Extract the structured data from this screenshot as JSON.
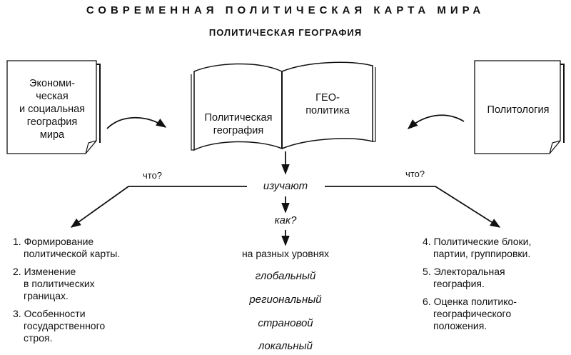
{
  "title": "СОВРЕМЕННАЯ ПОЛИТИЧЕСКАЯ КАРТА МИРА",
  "subtitle": "ПОЛИТИЧЕСКАЯ ГЕОГРАФИЯ",
  "left_box": {
    "lines": [
      "Экономи-",
      "ческая",
      "и социальная",
      "география",
      "мира"
    ]
  },
  "book": {
    "left_page": [
      "Политическая",
      "география"
    ],
    "right_page": [
      "ГЕО-",
      "политика"
    ]
  },
  "right_box": {
    "label": "Политология"
  },
  "question_what_left": "что?",
  "question_what_right": "что?",
  "study": "изучают",
  "how": "как?",
  "levels_title": "на разных уровнях",
  "levels": [
    "глобальный",
    "региональный",
    "страновой",
    "локальный"
  ],
  "left_list": [
    [
      "1. Формирование",
      "политической карты."
    ],
    [
      "2. Изменение",
      "в политических",
      "границах."
    ],
    [
      "3. Особенности",
      "государственного",
      "строя."
    ]
  ],
  "right_list": [
    [
      "4. Политические блоки,",
      "партии, группировки."
    ],
    [
      "5. Электоральная",
      "география."
    ],
    [
      "6. Оценка политико-",
      "географического",
      "положения."
    ]
  ]
}
